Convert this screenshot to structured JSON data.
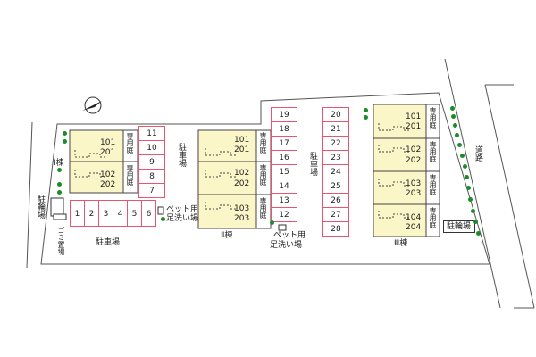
{
  "buildings": [
    {
      "label": "Ⅰ棟",
      "units": [
        {
          "upper": "101",
          "lower": "201",
          "garden": "専用庭"
        },
        {
          "upper": "102",
          "lower": "202",
          "garden": "専用庭"
        }
      ]
    },
    {
      "label": "Ⅱ棟",
      "units": [
        {
          "upper": "101",
          "lower": "201",
          "garden": "専用庭"
        },
        {
          "upper": "102",
          "lower": "202",
          "garden": "専用庭"
        },
        {
          "upper": "103",
          "lower": "203",
          "garden": "専用庭"
        }
      ]
    },
    {
      "label": "Ⅲ棟",
      "units": [
        {
          "upper": "101",
          "lower": "201",
          "garden": "専用庭"
        },
        {
          "upper": "102",
          "lower": "202",
          "garden": "専用庭"
        },
        {
          "upper": "103",
          "lower": "203",
          "garden": "専用庭"
        },
        {
          "upper": "104",
          "lower": "204",
          "garden": "専用庭"
        }
      ]
    }
  ],
  "parking": {
    "row_bottom": [
      "1",
      "2",
      "3",
      "4",
      "5",
      "6"
    ],
    "col_a": [
      "11",
      "10",
      "9",
      "8",
      "7"
    ],
    "col_b": [
      "19",
      "18",
      "17",
      "16",
      "15",
      "14",
      "13",
      "12"
    ],
    "col_c": [
      "20",
      "21",
      "22",
      "23",
      "24",
      "25",
      "26",
      "27",
      "28"
    ]
  },
  "labels": {
    "parking_lot": "駐車場",
    "parking_lot_mid": "駐車場",
    "parking_lot_right": "駐車場",
    "bicycle_left": "駐輪場",
    "bicycle_right": "駐輪場",
    "garbage": "ゴミ置場",
    "pet_wash_1": "ペット用足洗い場",
    "pet_wash_2_line1": "ペット用",
    "pet_wash_2_line2": "足洗い場",
    "road": "道路"
  },
  "colors": {
    "building_fill": "#fbf6c8",
    "parking_border": "#e8566e",
    "tree": "#1a8c2a"
  }
}
